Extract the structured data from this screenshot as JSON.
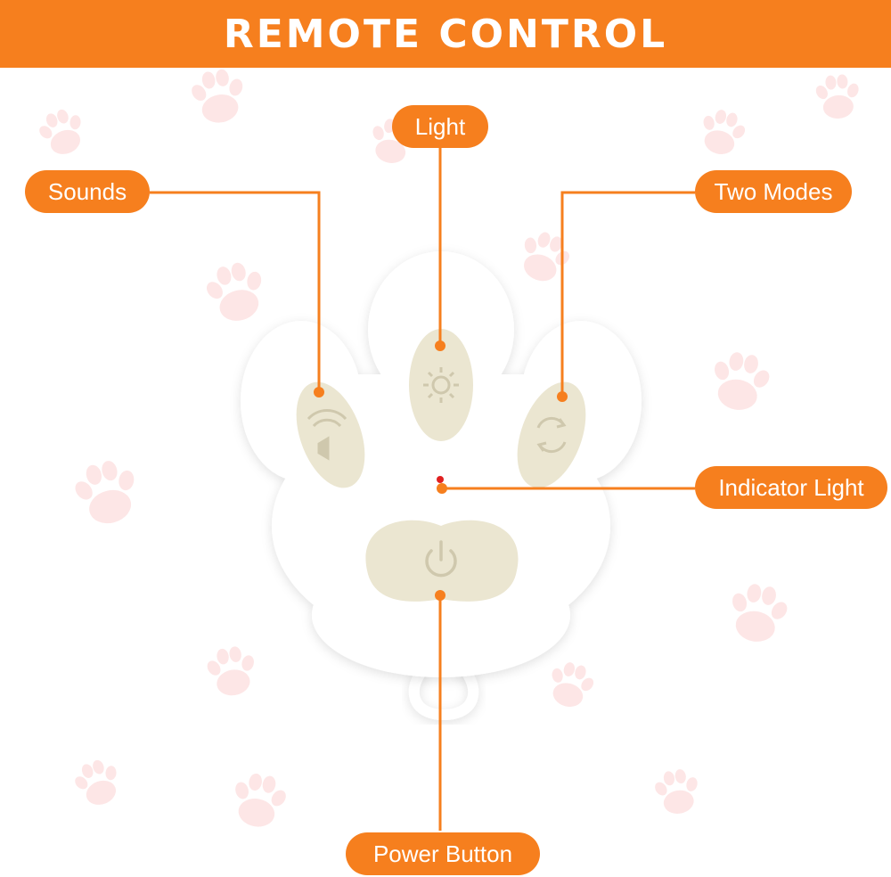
{
  "banner": {
    "title": "REMOTE CONTROL"
  },
  "callouts": {
    "light": "Light",
    "sounds": "Sounds",
    "two_modes": "Two Modes",
    "indicator_light": "Indicator Light",
    "power_button": "Power Button"
  },
  "colors": {
    "accent": "#f67f1e",
    "button": "#ebe6d1",
    "indicator": "#e02020",
    "paw_print": "#fde6e6"
  },
  "icons": {
    "sounds_button": "speaker-waves-icon",
    "light_button": "sun-icon",
    "mode_button": "cycle-arrows-icon",
    "power_button": "power-icon"
  }
}
